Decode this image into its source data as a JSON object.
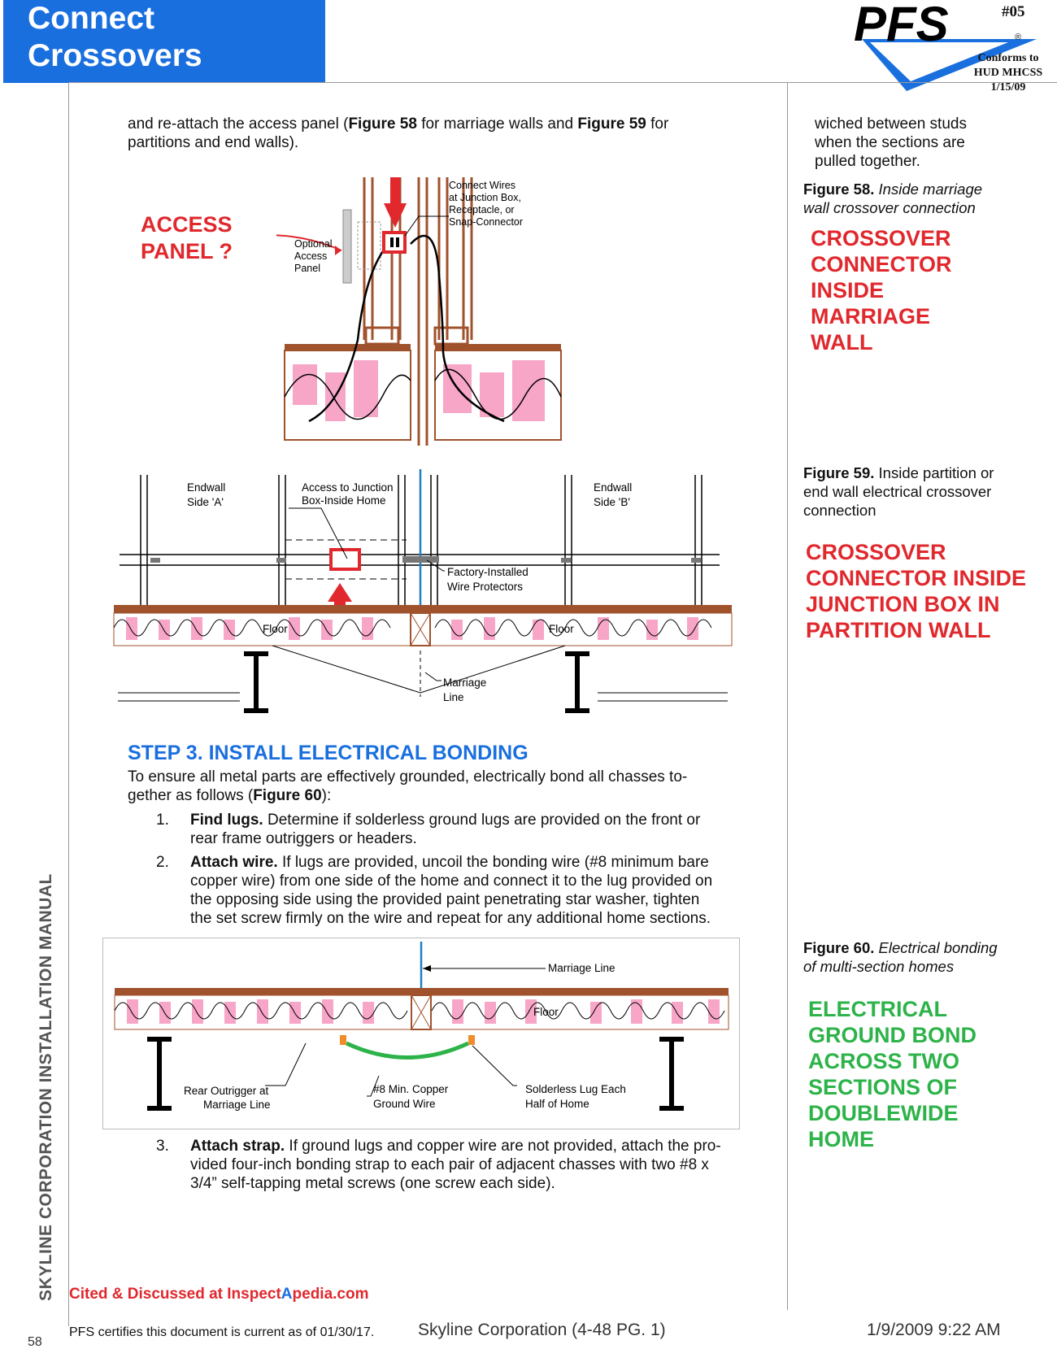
{
  "header": {
    "title_line1": "Connect",
    "title_line2": "Crossovers",
    "logo_text": "PFS",
    "logo_number": "#05",
    "logo_reg": "®",
    "conforms_line1": "Conforms to",
    "conforms_line2": "HUD MHCSS",
    "conforms_date": "1/15/09"
  },
  "sidebar_label": "SKYLINE CORPORATION INSTALLATION MANUAL",
  "page_number": "58",
  "main": {
    "intro_pre": "and re-attach the access panel (",
    "intro_fig58": "Figure 58",
    "intro_mid": " for marriage walls and ",
    "intro_fig59": "Figure 59",
    "intro_post": " for",
    "intro_line2": "partitions and end walls).",
    "step3_heading": "STEP 3. INSTALL ELECTRICAL BONDING",
    "step3_intro_line1": "To ensure all metal parts are effectively grounded, electrically bond all chasses to-",
    "step3_intro_line2_pre": "gether as follows (",
    "step3_intro_fig": "Figure 60",
    "step3_intro_line2_post": "):",
    "steps": [
      {
        "num": "1.",
        "title": "Find lugs.",
        "lines": [
          " Determine if solderless ground lugs are provided on the front or",
          "rear frame outriggers or headers."
        ]
      },
      {
        "num": "2.",
        "title": "Attach wire.",
        "lines": [
          " If lugs are provided, uncoil the bonding wire (#8 minimum bare",
          "copper wire) from one side of the home and connect it to the lug provided on",
          "the opposing side using the provided paint penetrating star washer, tighten",
          "the set screw firmly on the wire and repeat for any additional home sections."
        ]
      },
      {
        "num": "3.",
        "title": "Attach strap.",
        "lines": [
          " If ground lugs and copper wire are not provided, attach the pro-",
          "vided four-inch bonding strap to each pair of adjacent chasses with two #8 x",
          "3/4” self-tapping metal screws (one screw each side)."
        ]
      }
    ],
    "cited_pre": "Cited & Discussed at Inspect",
    "cited_a": "A",
    "cited_post": "pedia.com"
  },
  "right_column": {
    "continued_lines": [
      "wiched between studs",
      "when the sections are",
      "pulled together."
    ],
    "fig58_label": "Figure 58.",
    "fig58_caption_lines": [
      " Inside marriage",
      "wall crossover connection"
    ],
    "fig58_annotation": [
      "CROSSOVER",
      "CONNECTOR",
      "INSIDE",
      "MARRIAGE",
      "WALL"
    ],
    "fig59_label": "Figure 59.",
    "fig59_caption_lines": [
      " Inside partition or",
      "end wall electrical crossover",
      "connection"
    ],
    "fig59_annotation": [
      "CROSSOVER",
      "CONNECTOR INSIDE",
      "JUNCTION BOX IN",
      "PARTITION WALL"
    ],
    "fig60_label": "Figure 60.",
    "fig60_caption_lines": [
      " Electrical bonding",
      "of multi-section homes"
    ],
    "fig60_annotation": [
      "ELECTRICAL",
      "GROUND BOND",
      "ACROSS TWO",
      "SECTIONS OF",
      "DOUBLEWIDE",
      "HOME"
    ]
  },
  "figure58": {
    "annotation_access": [
      "ACCESS",
      "PANEL ?"
    ],
    "label_optional": [
      "Optional",
      "Access",
      "Panel"
    ],
    "label_connect": [
      "Connect Wires",
      "at Junction Box,",
      "Receptacle, or",
      "Snap-Connector"
    ]
  },
  "figure59": {
    "endwall_a": [
      "Endwall",
      "Side 'A'"
    ],
    "endwall_b": [
      "Endwall",
      "Side 'B'"
    ],
    "access_label": [
      "Access to Junction",
      "Box-Inside Home"
    ],
    "wire_label": [
      "Factory-Installed",
      "Wire Protectors"
    ],
    "floor_left": "Floor",
    "floor_right": "Floor",
    "marriage": [
      "Marriage",
      "Line"
    ]
  },
  "figure60": {
    "marriage_line": "Marriage Line",
    "floor": "Floor",
    "outrigger": [
      "Rear Outrigger at",
      "Marriage Line"
    ],
    "copper": [
      "#8 Min. Copper",
      "Ground Wire"
    ],
    "lug": [
      "Solderless Lug Each",
      "Half of Home"
    ]
  },
  "footer": {
    "certifies": "PFS certifies this document is current as of 01/30/17.",
    "skyline": "Skyline Corporation (4-48 PG. 1)",
    "timestamp": "1/9/2009 9:22 AM"
  },
  "colors": {
    "title_blue": "#1a6fdf",
    "annotation_red": "#e0282d",
    "annotation_green": "#2db34a",
    "wood": "#a0522d",
    "insulation": "#f7a6c8"
  }
}
